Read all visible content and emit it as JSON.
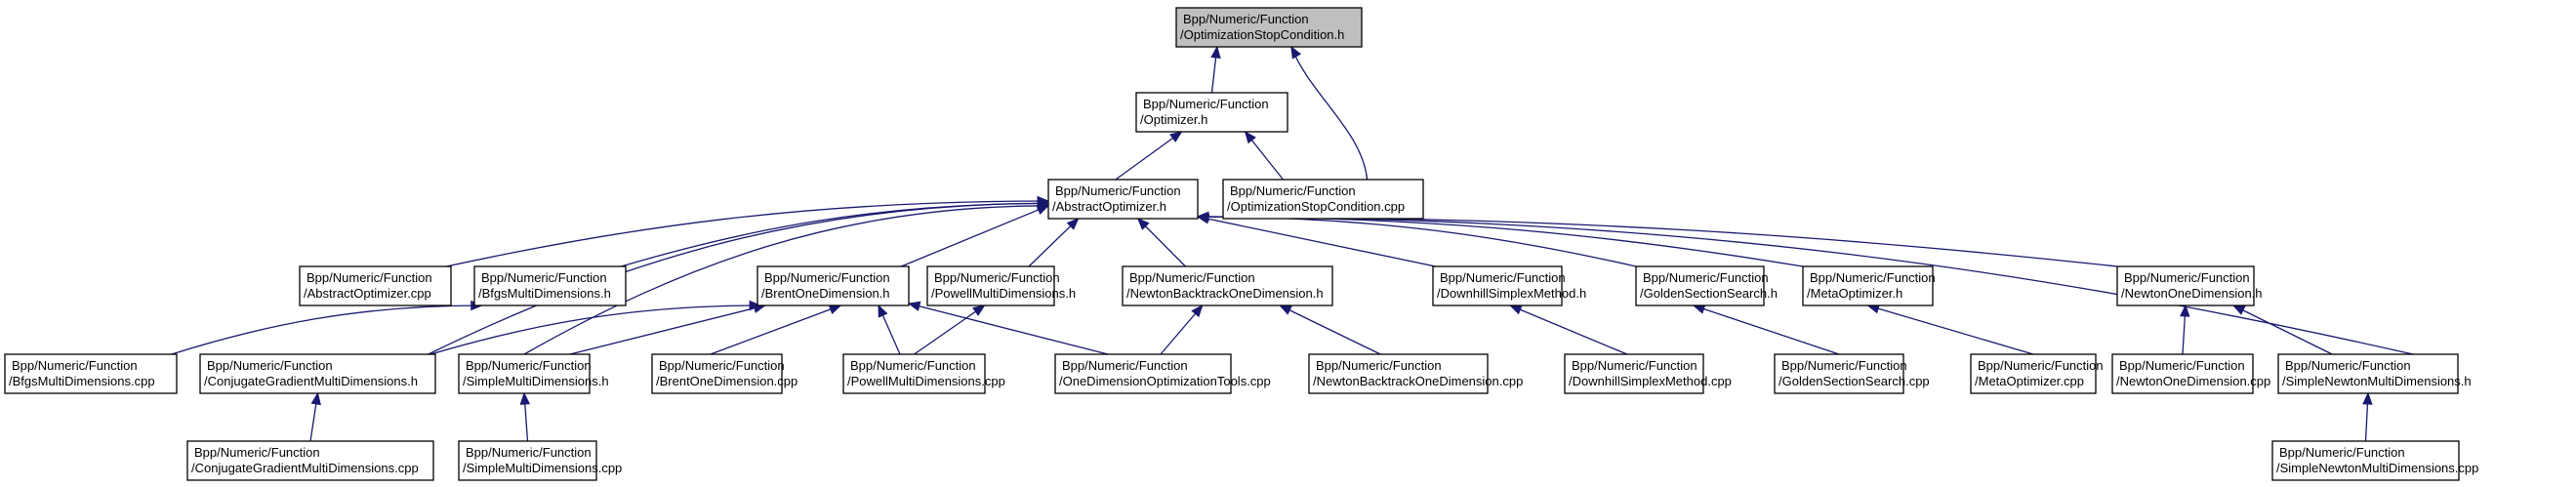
{
  "title": "Include dependency graph for Bpp/Numeric/Function/OptimizationStopCondition.h",
  "colors": {
    "edge": "#191970",
    "root_fill": "#bfbfbf",
    "node_fill": "#ffffff",
    "border": "#000000"
  },
  "nodes": [
    {
      "id": "osc_h",
      "line1": "Bpp/Numeric/Function",
      "line2": "/OptimizationStopCondition.h",
      "root": true
    },
    {
      "id": "optimizer_h",
      "line1": "Bpp/Numeric/Function",
      "line2": "/Optimizer.h"
    },
    {
      "id": "abstract_h",
      "line1": "Bpp/Numeric/Function",
      "line2": "/AbstractOptimizer.h"
    },
    {
      "id": "osc_cpp",
      "line1": "Bpp/Numeric/Function",
      "line2": "/OptimizationStopCondition.cpp"
    },
    {
      "id": "abstract_cpp",
      "line1": "Bpp/Numeric/Function",
      "line2": "/AbstractOptimizer.cpp"
    },
    {
      "id": "bfgs_h",
      "line1": "Bpp/Numeric/Function",
      "line2": "/BfgsMultiDimensions.h"
    },
    {
      "id": "brent_h",
      "line1": "Bpp/Numeric/Function",
      "line2": "/BrentOneDimension.h"
    },
    {
      "id": "powell_h",
      "line1": "Bpp/Numeric/Function",
      "line2": "/PowellMultiDimensions.h"
    },
    {
      "id": "newtonbt_h",
      "line1": "Bpp/Numeric/Function",
      "line2": "/NewtonBacktrackOneDimension.h"
    },
    {
      "id": "downhill_h",
      "line1": "Bpp/Numeric/Function",
      "line2": "/DownhillSimplexMethod.h"
    },
    {
      "id": "golden_h",
      "line1": "Bpp/Numeric/Function",
      "line2": "/GoldenSectionSearch.h"
    },
    {
      "id": "meta_h",
      "line1": "Bpp/Numeric/Function",
      "line2": "/MetaOptimizer.h"
    },
    {
      "id": "newton1d_h",
      "line1": "Bpp/Numeric/Function",
      "line2": "/NewtonOneDimension.h"
    },
    {
      "id": "bfgs_cpp",
      "line1": "Bpp/Numeric/Function",
      "line2": "/BfgsMultiDimensions.cpp"
    },
    {
      "id": "cg_h",
      "line1": "Bpp/Numeric/Function",
      "line2": "/ConjugateGradientMultiDimensions.h"
    },
    {
      "id": "simple_h",
      "line1": "Bpp/Numeric/Function",
      "line2": "/SimpleMultiDimensions.h"
    },
    {
      "id": "brent_cpp",
      "line1": "Bpp/Numeric/Function",
      "line2": "/BrentOneDimension.cpp"
    },
    {
      "id": "powell_cpp",
      "line1": "Bpp/Numeric/Function",
      "line2": "/PowellMultiDimensions.cpp"
    },
    {
      "id": "odot_cpp",
      "line1": "Bpp/Numeric/Function",
      "line2": "/OneDimensionOptimizationTools.cpp"
    },
    {
      "id": "newtonbt_cpp",
      "line1": "Bpp/Numeric/Function",
      "line2": "/NewtonBacktrackOneDimension.cpp"
    },
    {
      "id": "downhill_cpp",
      "line1": "Bpp/Numeric/Function",
      "line2": "/DownhillSimplexMethod.cpp"
    },
    {
      "id": "golden_cpp",
      "line1": "Bpp/Numeric/Function",
      "line2": "/GoldenSectionSearch.cpp"
    },
    {
      "id": "meta_cpp",
      "line1": "Bpp/Numeric/Function",
      "line2": "/MetaOptimizer.cpp"
    },
    {
      "id": "newton1d_cpp",
      "line1": "Bpp/Numeric/Function",
      "line2": "/NewtonOneDimension.cpp"
    },
    {
      "id": "snewton_h",
      "line1": "Bpp/Numeric/Function",
      "line2": "/SimpleNewtonMultiDimensions.h"
    },
    {
      "id": "cg_cpp",
      "line1": "Bpp/Numeric/Function",
      "line2": "/ConjugateGradientMultiDimensions.cpp"
    },
    {
      "id": "simple_cpp",
      "line1": "Bpp/Numeric/Function",
      "line2": "/SimpleMultiDimensions.cpp"
    },
    {
      "id": "snewton_cpp",
      "line1": "Bpp/Numeric/Function",
      "line2": "/SimpleNewtonMultiDimensions.cpp"
    }
  ],
  "edges": [
    {
      "from": "optimizer_h",
      "to": "osc_h"
    },
    {
      "from": "osc_cpp",
      "to": "osc_h"
    },
    {
      "from": "abstract_h",
      "to": "optimizer_h"
    },
    {
      "from": "osc_cpp",
      "to": "optimizer_h"
    },
    {
      "from": "abstract_cpp",
      "to": "abstract_h"
    },
    {
      "from": "bfgs_h",
      "to": "abstract_h"
    },
    {
      "from": "brent_h",
      "to": "abstract_h"
    },
    {
      "from": "powell_h",
      "to": "abstract_h"
    },
    {
      "from": "newtonbt_h",
      "to": "abstract_h"
    },
    {
      "from": "downhill_h",
      "to": "abstract_h"
    },
    {
      "from": "golden_h",
      "to": "abstract_h"
    },
    {
      "from": "meta_h",
      "to": "abstract_h"
    },
    {
      "from": "newton1d_h",
      "to": "abstract_h"
    },
    {
      "from": "cg_h",
      "to": "abstract_h"
    },
    {
      "from": "simple_h",
      "to": "abstract_h"
    },
    {
      "from": "snewton_h",
      "to": "abstract_h"
    },
    {
      "from": "bfgs_cpp",
      "to": "bfgs_h"
    },
    {
      "from": "cg_h",
      "to": "brent_h"
    },
    {
      "from": "simple_h",
      "to": "brent_h"
    },
    {
      "from": "brent_cpp",
      "to": "brent_h"
    },
    {
      "from": "powell_cpp",
      "to": "brent_h"
    },
    {
      "from": "odot_cpp",
      "to": "brent_h"
    },
    {
      "from": "powell_cpp",
      "to": "powell_h"
    },
    {
      "from": "odot_cpp",
      "to": "newtonbt_h"
    },
    {
      "from": "newtonbt_cpp",
      "to": "newtonbt_h"
    },
    {
      "from": "downhill_cpp",
      "to": "downhill_h"
    },
    {
      "from": "golden_cpp",
      "to": "golden_h"
    },
    {
      "from": "meta_cpp",
      "to": "meta_h"
    },
    {
      "from": "newton1d_cpp",
      "to": "newton1d_h"
    },
    {
      "from": "snewton_h",
      "to": "newton1d_h"
    },
    {
      "from": "cg_cpp",
      "to": "cg_h"
    },
    {
      "from": "simple_cpp",
      "to": "simple_h"
    },
    {
      "from": "snewton_cpp",
      "to": "snewton_h"
    }
  ]
}
